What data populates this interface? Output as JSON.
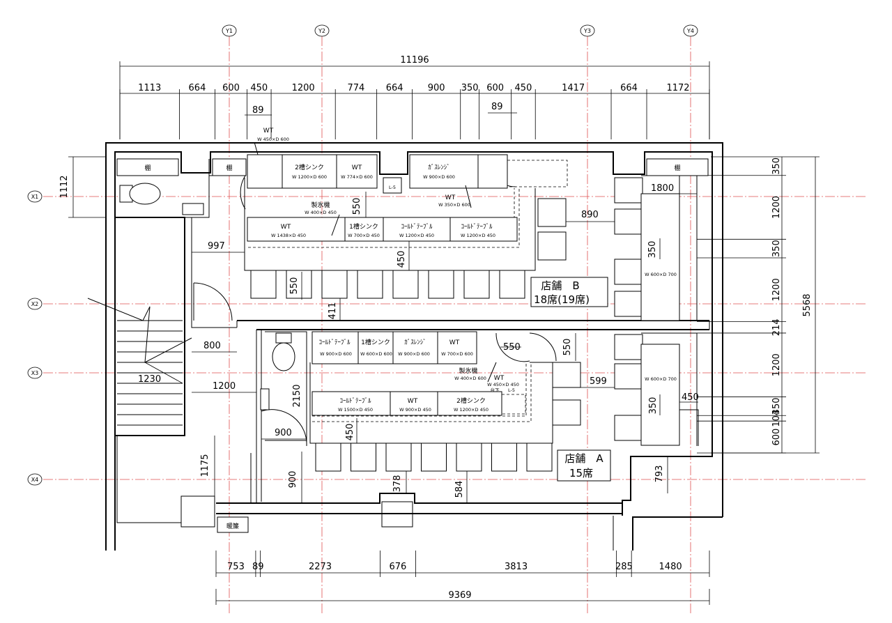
{
  "axes": {
    "y": [
      "Y1",
      "Y2",
      "Y3",
      "Y4"
    ],
    "x": [
      "X1",
      "X2",
      "X3",
      "X4"
    ]
  },
  "dims": {
    "top_total": "11196",
    "top_segments": [
      "1113",
      "664",
      "600",
      "450",
      "1200",
      "774",
      "664",
      "900",
      "350",
      "600",
      "450",
      "1417",
      "664",
      "1172"
    ],
    "top_89_left": "89",
    "top_89_right": "89",
    "bottom_segments": [
      "753",
      "89",
      "2273",
      "676",
      "3813",
      "285",
      "1480"
    ],
    "bottom_total": "9369",
    "right_total": "5568",
    "right_segments": [
      "350",
      "1200",
      "350",
      "1200",
      "214",
      "1200",
      "350",
      "104",
      "600"
    ],
    "left_1112": "1112",
    "inner": {
      "d997": "997",
      "d550a": "550",
      "d450a": "450",
      "d550b": "550",
      "d411": "411",
      "d800": "800",
      "d1230": "1230",
      "d1200": "1200",
      "d2150": "2150",
      "d900a": "900",
      "d450b": "450",
      "d1175": "1175",
      "d900b": "900",
      "d378": "378",
      "d584": "584",
      "d1800": "1800",
      "d890": "890",
      "d350a": "350",
      "d550c": "550",
      "d550d": "550",
      "d599": "599",
      "d450c": "450",
      "d350b": "350",
      "d793": "793"
    }
  },
  "labels": {
    "shelf": "棚",
    "noren": "暖簾",
    "wt_top": "WT",
    "wt_top_size": "W 450×D 600",
    "store_b_name": "店舗　B",
    "store_b_seats": "18席(19席)",
    "store_a_name": "店舗　A",
    "store_a_seats": "15席",
    "b_sink2": "2槽シンク",
    "b_sink2_size": "W 1200×D 600",
    "b_wt1": "WT",
    "b_wt1_size": "W 774×D 600",
    "b_l5": "L-5",
    "b_gas": "ｶﾞｽﾚﾝｼﾞ",
    "b_gas_size": "W 900×D 600",
    "b_wt2": "WT",
    "b_wt2_size": "W 350×D 600",
    "b_ice": "製氷機",
    "b_ice_size": "W 400×D 450",
    "b_wt3": "WT",
    "b_wt3_size": "W 1438×D 450",
    "b_sink1": "1槽シンク",
    "b_sink1_size": "W 700×D 450",
    "b_cold1": "ｺｰﾙﾄﾞﾃｰﾌﾞﾙ",
    "b_cold1_size": "W 1200×D 450",
    "b_cold2": "ｺｰﾙﾄﾞﾃｰﾌﾞﾙ",
    "b_cold2_size": "W 1200×D 450",
    "b_table": "W 600×D 700",
    "a_cold1": "ｺｰﾙﾄﾞﾃｰﾌﾞﾙ",
    "a_cold1_size": "W 900×D 600",
    "a_sink1": "1槽シンク",
    "a_sink1_size": "W 600×D 600",
    "a_gas": "ｶﾞｽﾚﾝｼﾞ",
    "a_gas_size": "W 900×D 600",
    "a_wt1": "WT",
    "a_wt1_size": "W 700×D 600",
    "a_ice": "製氷機",
    "a_ice_size": "W 400×D 600",
    "a_wt2": "WT",
    "a_wt2_size": "W 450×D 450",
    "a_stand": "台下",
    "a_l5": "L-5",
    "a_cold2": "ｺｰﾙﾄﾞﾃｰﾌﾞﾙ",
    "a_cold2_size": "W 1500×D 450",
    "a_wt3": "WT",
    "a_wt3_size": "W 900×D 450",
    "a_sink2": "2槽シンク",
    "a_sink2_size": "W 1200×D 450",
    "a_table": "W 600×D 700"
  }
}
